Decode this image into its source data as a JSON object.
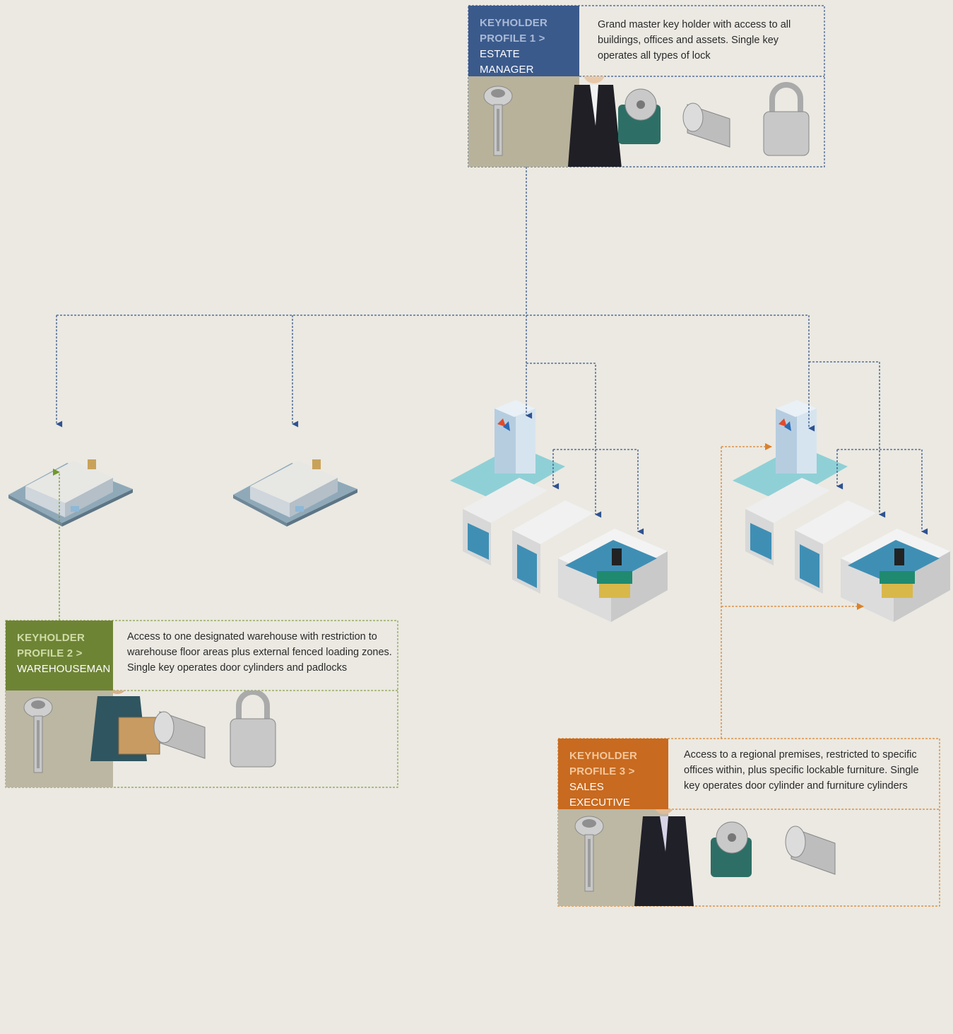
{
  "colors": {
    "background": "#ebe9e2",
    "profile1_accent": "#3b5a8c",
    "profile2_accent": "#6e8435",
    "profile3_accent": "#c86a1f",
    "connector_blue": "#3b5a8c",
    "connector_green": "#7a9a3a",
    "connector_orange": "#d9822b"
  },
  "profiles": [
    {
      "prefix_line1": "KEYHOLDER",
      "prefix_line2": "PROFILE 1 >",
      "role": "ESTATE MANAGER",
      "description": "Grand master key holder with access to all buildings, offices and assets. Single key operates all types of lock",
      "icons": [
        "key-icon",
        "furniture-lock-icon",
        "door-cylinder-icon",
        "padlock-icon"
      ]
    },
    {
      "prefix_line1": "KEYHOLDER",
      "prefix_line2": "PROFILE 2 >",
      "role": "WAREHOUSEMAN",
      "description": "Access to one designated warehouse with restriction to warehouse floor areas plus external fenced loading zones. Single key operates door cylinders and padlocks",
      "icons": [
        "key-icon",
        "door-cylinder-icon",
        "padlock-icon"
      ]
    },
    {
      "prefix_line1": "KEYHOLDER",
      "prefix_line2": "PROFILE 3 >",
      "role": "SALES EXECUTIVE",
      "description": "Access to a regional premises, restricted to specific offices within, plus specific lockable furniture. Single key operates door cylinder and furniture cylinders",
      "icons": [
        "key-icon",
        "furniture-lock-icon",
        "door-cylinder-icon"
      ]
    }
  ],
  "buildings": [
    "warehouse-icon",
    "warehouse-icon",
    "office-tower-icon",
    "office-tower-icon"
  ]
}
